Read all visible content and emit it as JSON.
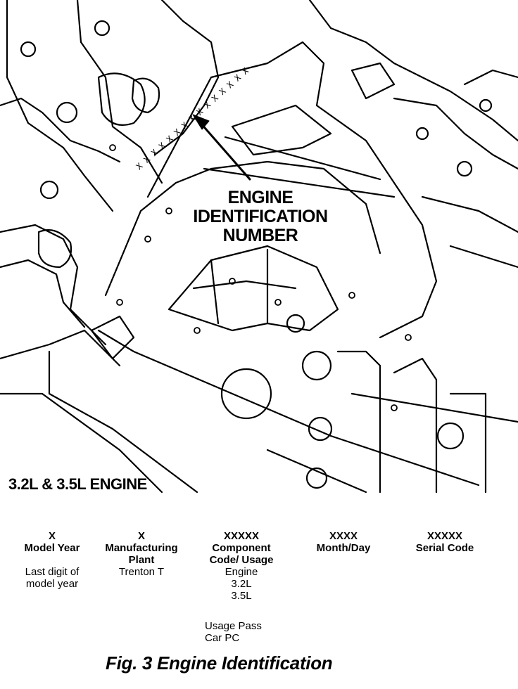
{
  "diagram": {
    "callout": [
      "ENGINE",
      "IDENTIFICATION",
      "NUMBER"
    ],
    "stamp_text": "XXXXXXXXXXXXXXX",
    "engine_label": "3.2L & 3.5L ENGINE"
  },
  "legend": {
    "columns": [
      {
        "code": "X",
        "heading": [
          "Model Year"
        ],
        "description": [
          "Last digit of",
          "model year"
        ]
      },
      {
        "code": "X",
        "heading": [
          "Manufacturing",
          "Plant"
        ],
        "description": [
          "Trenton T"
        ]
      },
      {
        "code": "XXXXX",
        "heading": [
          "Component",
          "Code/ Usage"
        ],
        "description": [
          "Engine",
          "3.2L",
          "3.5L"
        ]
      },
      {
        "code": "XXXX",
        "heading": [
          "Month/Day"
        ],
        "description": []
      },
      {
        "code": "XXXXX",
        "heading": [
          "Serial Code"
        ],
        "description": []
      }
    ],
    "usage": [
      "Usage Pass",
      "Car PC"
    ]
  },
  "caption": "Fig. 3 Engine Identification"
}
